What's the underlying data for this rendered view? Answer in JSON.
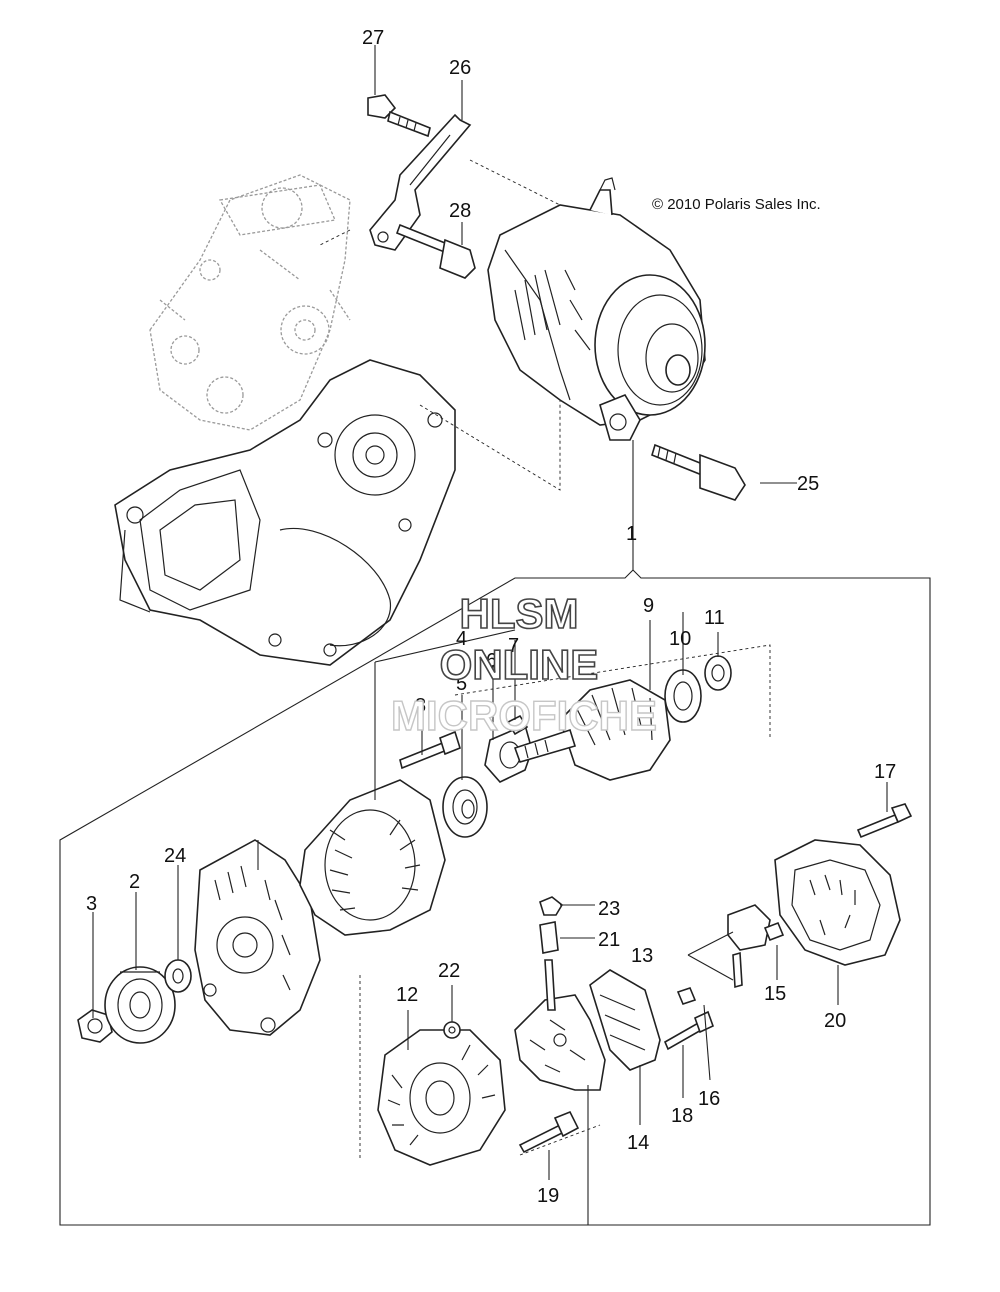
{
  "copyright": "© 2010 Polaris Sales Inc.",
  "watermark": {
    "line1": "HLSM",
    "line2": "ONLINE",
    "line3": "MICROFICHE"
  },
  "callouts": {
    "c1": "1",
    "c2": "2",
    "c3": "3",
    "c4": "4",
    "c5": "5",
    "c6": "6",
    "c7": "7",
    "c8": "8",
    "c9": "9",
    "c10": "10",
    "c11": "11",
    "c12": "12",
    "c13": "13",
    "c14": "14",
    "c15": "15",
    "c16": "16",
    "c17": "17",
    "c18": "18",
    "c19": "19",
    "c20": "20",
    "c21": "21",
    "c22": "22",
    "c23": "23",
    "c24": "24",
    "c25": "25",
    "c26": "26",
    "c27": "27",
    "c28": "28"
  }
}
